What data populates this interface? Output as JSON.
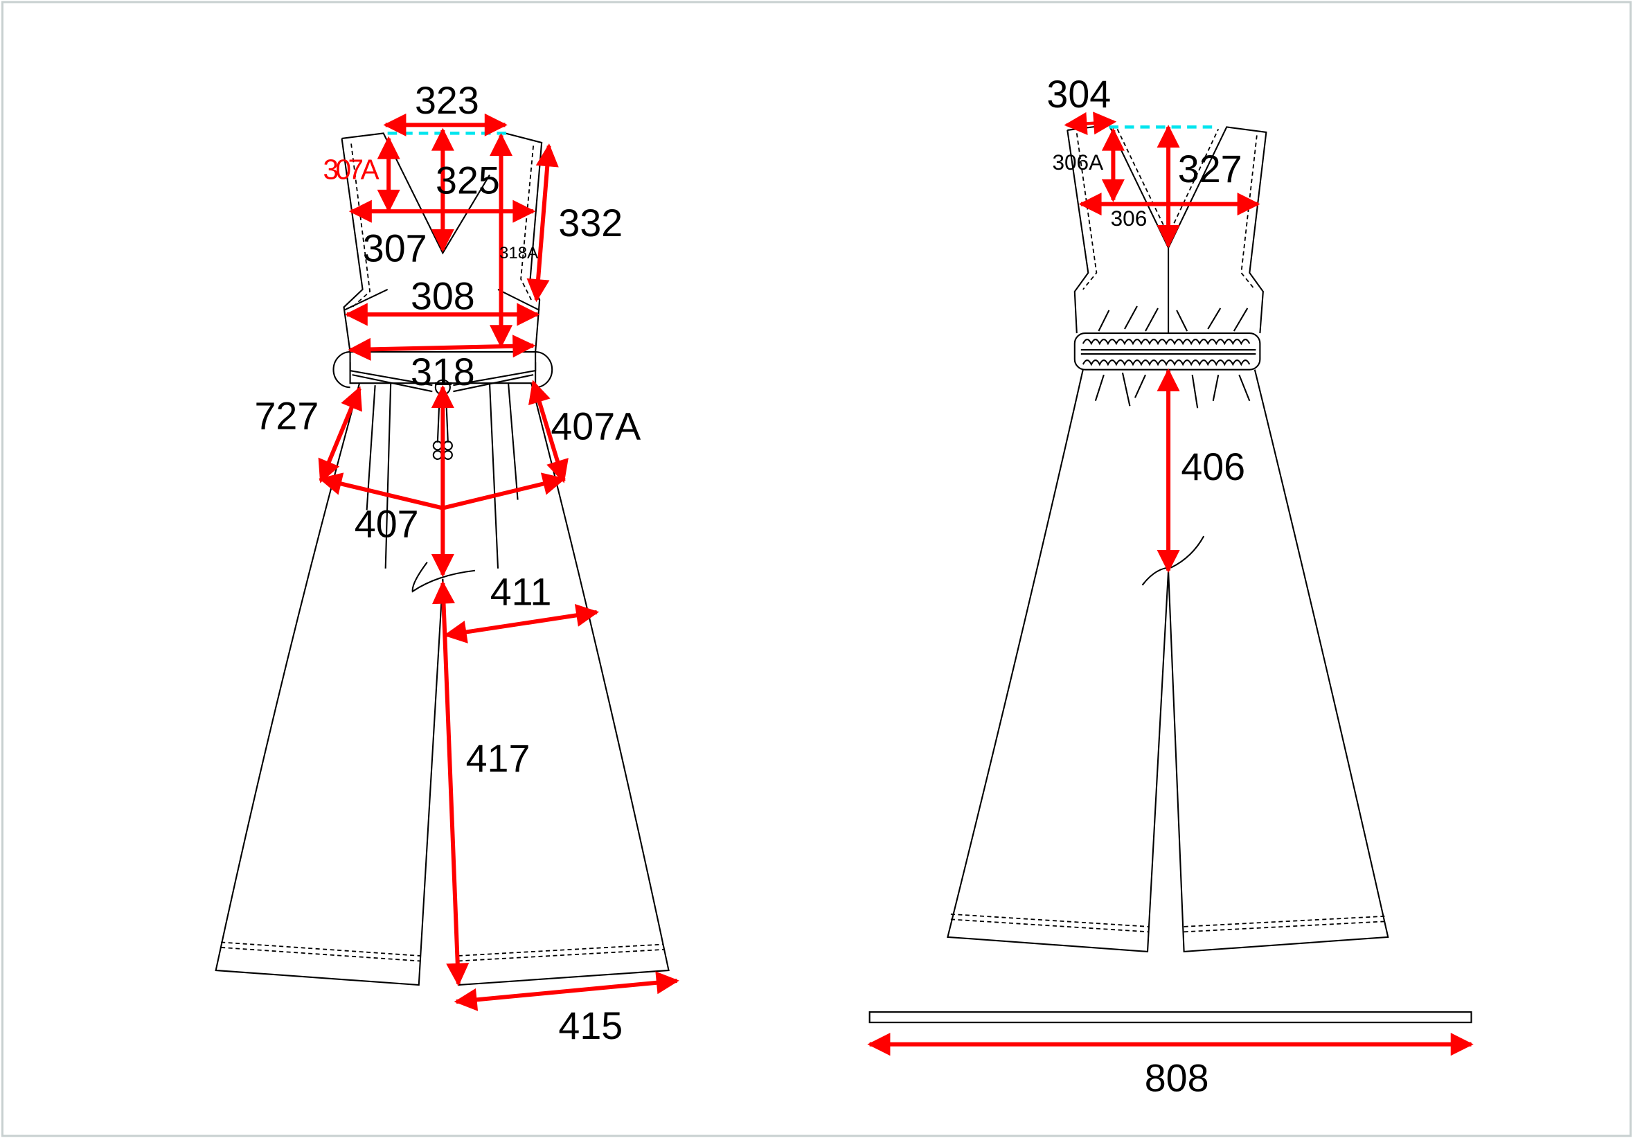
{
  "colors": {
    "measure_arrow": "#ff0000",
    "reference_line": "#00e5ee",
    "outline": "#000000",
    "frame": "#c8d0d0"
  },
  "front_view": {
    "labels": {
      "m323": "323",
      "m307A": "307A",
      "m325": "325",
      "m307": "307",
      "m318A": "318A",
      "m332": "332",
      "m308": "308",
      "m318": "318",
      "m727": "727",
      "m407A": "407A",
      "m407": "407",
      "m411": "411",
      "m417": "417",
      "m415": "415"
    }
  },
  "back_view": {
    "labels": {
      "m304": "304",
      "m306A": "306A",
      "m327": "327",
      "m306": "306",
      "m406": "406",
      "m808": "808"
    }
  }
}
